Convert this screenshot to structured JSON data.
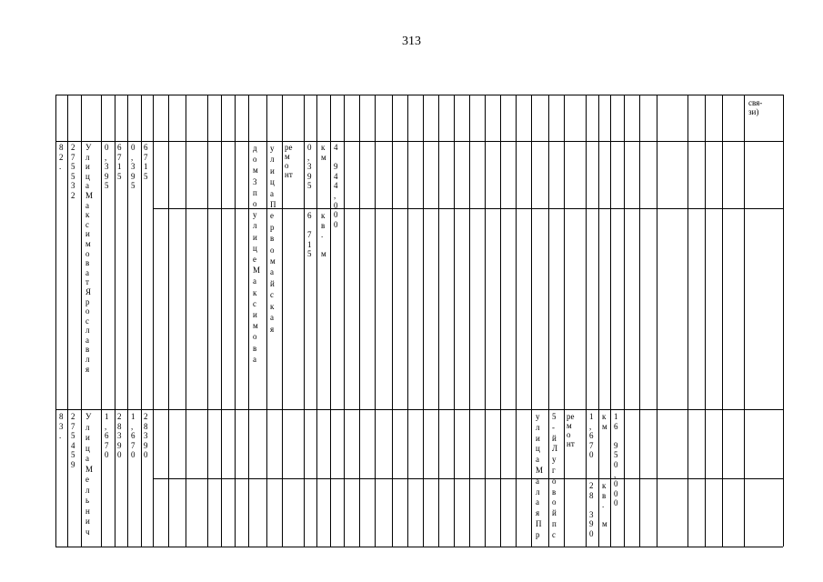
{
  "page_number": "313",
  "header": {
    "note": "свя-\nзи)"
  },
  "row82": {
    "num": "8\n2\n.",
    "code": "2\n7\n5\n5\n3\n2",
    "street": "У\nл\nи\nц\nа\nМ\nа\nк\nс\nи\nм\nо\nв\nа\nт\nЯ\nр\nо\nс\nл\nа\nв\nл\nя",
    "v1": "0\n,\n3\n9\n5",
    "v2": "6\n7\n1\n5",
    "v3": "0\n,\n3\n9\n5",
    "v4": "6\n7\n1\n5",
    "object": "д\nо\nм\n3\nп\nо\nу\nл\nи\nц\nе\nМ\nа\nк\nс\nи\nм\nо\nв\nа",
    "location": "у\nл\nи\nц\nа\nП\nе\nр\nв\nо\nм\nа\nй\nс\nк\nа\nя",
    "work": "ре\nм\nо\nнт",
    "qty_len": "0\n,\n3\n9\n5",
    "qty_area": "6\n\n7\n1\n5",
    "unit_len": "к\nм",
    "unit_area": "к\nв\n.\n\nм",
    "cost": "4\n\n9\n4\n4\n,\n0\n0\n0"
  },
  "row83": {
    "num": "8\n3\n.",
    "code": "2\n7\n5\n4\n5\n9",
    "street": "У\nл\nи\nц\nа\nМ\nе\nл\nь\nн\nи\nч",
    "v1": "1\n,\n6\n7\n0",
    "v2": "2\n8\n3\n9\n0",
    "v3": "1\n,\n6\n7\n0",
    "v4": "2\n8\n3\n9\n0",
    "object": "у\nл\nи\nц\nа\nМ\nа\nл\nа\nя\nП\nр",
    "location": "5\n-\nй\nЛ\nу\nг\nо\nв\nо\nй\nп\nс",
    "work": "ре\nм\nо\nнт",
    "qty_len": "1\n,\n6\n7\n0",
    "qty_area": "2\n8\n\n3\n9\n0",
    "unit_len": "к\nм",
    "unit_area": "к\nв\n.\n\nм",
    "cost": "1\n6\n\n9\n5\n0\n,\n0\n0\n0"
  }
}
